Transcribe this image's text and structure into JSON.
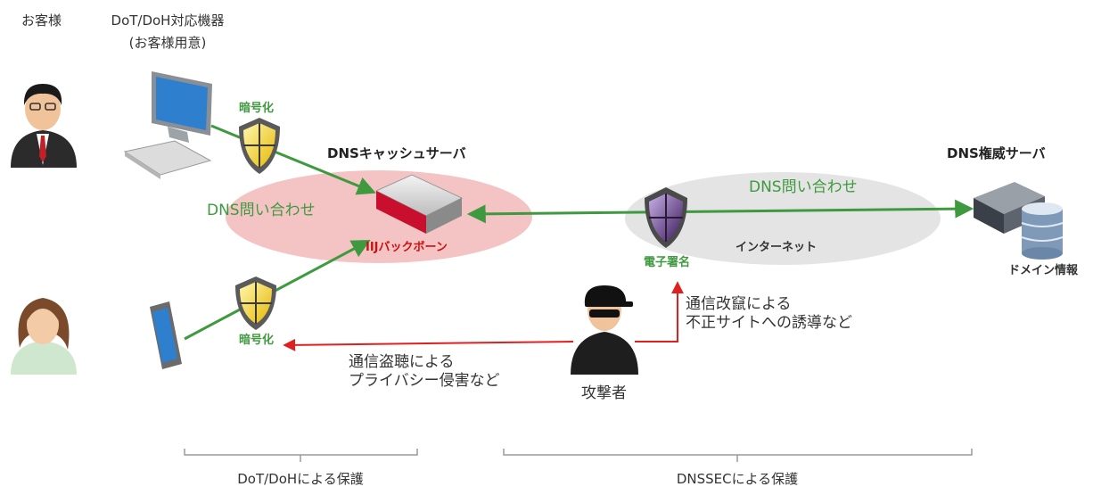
{
  "header": {
    "customer": "お客様",
    "device_line1": "DoT/DoH対応機器",
    "device_line2": "(お客様用意)"
  },
  "labels": {
    "encryption_top": "暗号化",
    "encryption_bottom": "暗号化",
    "cache_server": "DNSキャッシュサーバ",
    "dns_query_left": "DNS問い合わせ",
    "dns_query_right": "DNS問い合わせ",
    "iij_backbone": "IIJバックボーン",
    "internet": "インターネット",
    "digital_signature": "電子署名",
    "authoritative_server": "DNS権威サーバ",
    "domain_info": "ドメイン情報",
    "attacker": "攻撃者",
    "tampering_line1": "通信改竄による",
    "tampering_line2": "不正サイトへの誘導など",
    "eavesdrop_line1": "通信盗聴による",
    "eavesdrop_line2": "プライバシー侵害など"
  },
  "footer": {
    "dot_doh_protection": "DoT/DoHによる保護",
    "dnssec_protection": "DNSSECによる保護"
  },
  "colors": {
    "green": "#3f9a3f",
    "red": "#e02020",
    "pink_zone": "#f4c4c4",
    "gray_zone": "#e4e4e4",
    "shield_yellow": "#f2d21a",
    "shield_purple": "#4a2a6a"
  },
  "icons": [
    "man-avatar-icon",
    "woman-avatar-icon",
    "desktop-pc-icon",
    "smartphone-icon",
    "shield-icon",
    "server-icon",
    "database-icon",
    "hacker-icon"
  ]
}
